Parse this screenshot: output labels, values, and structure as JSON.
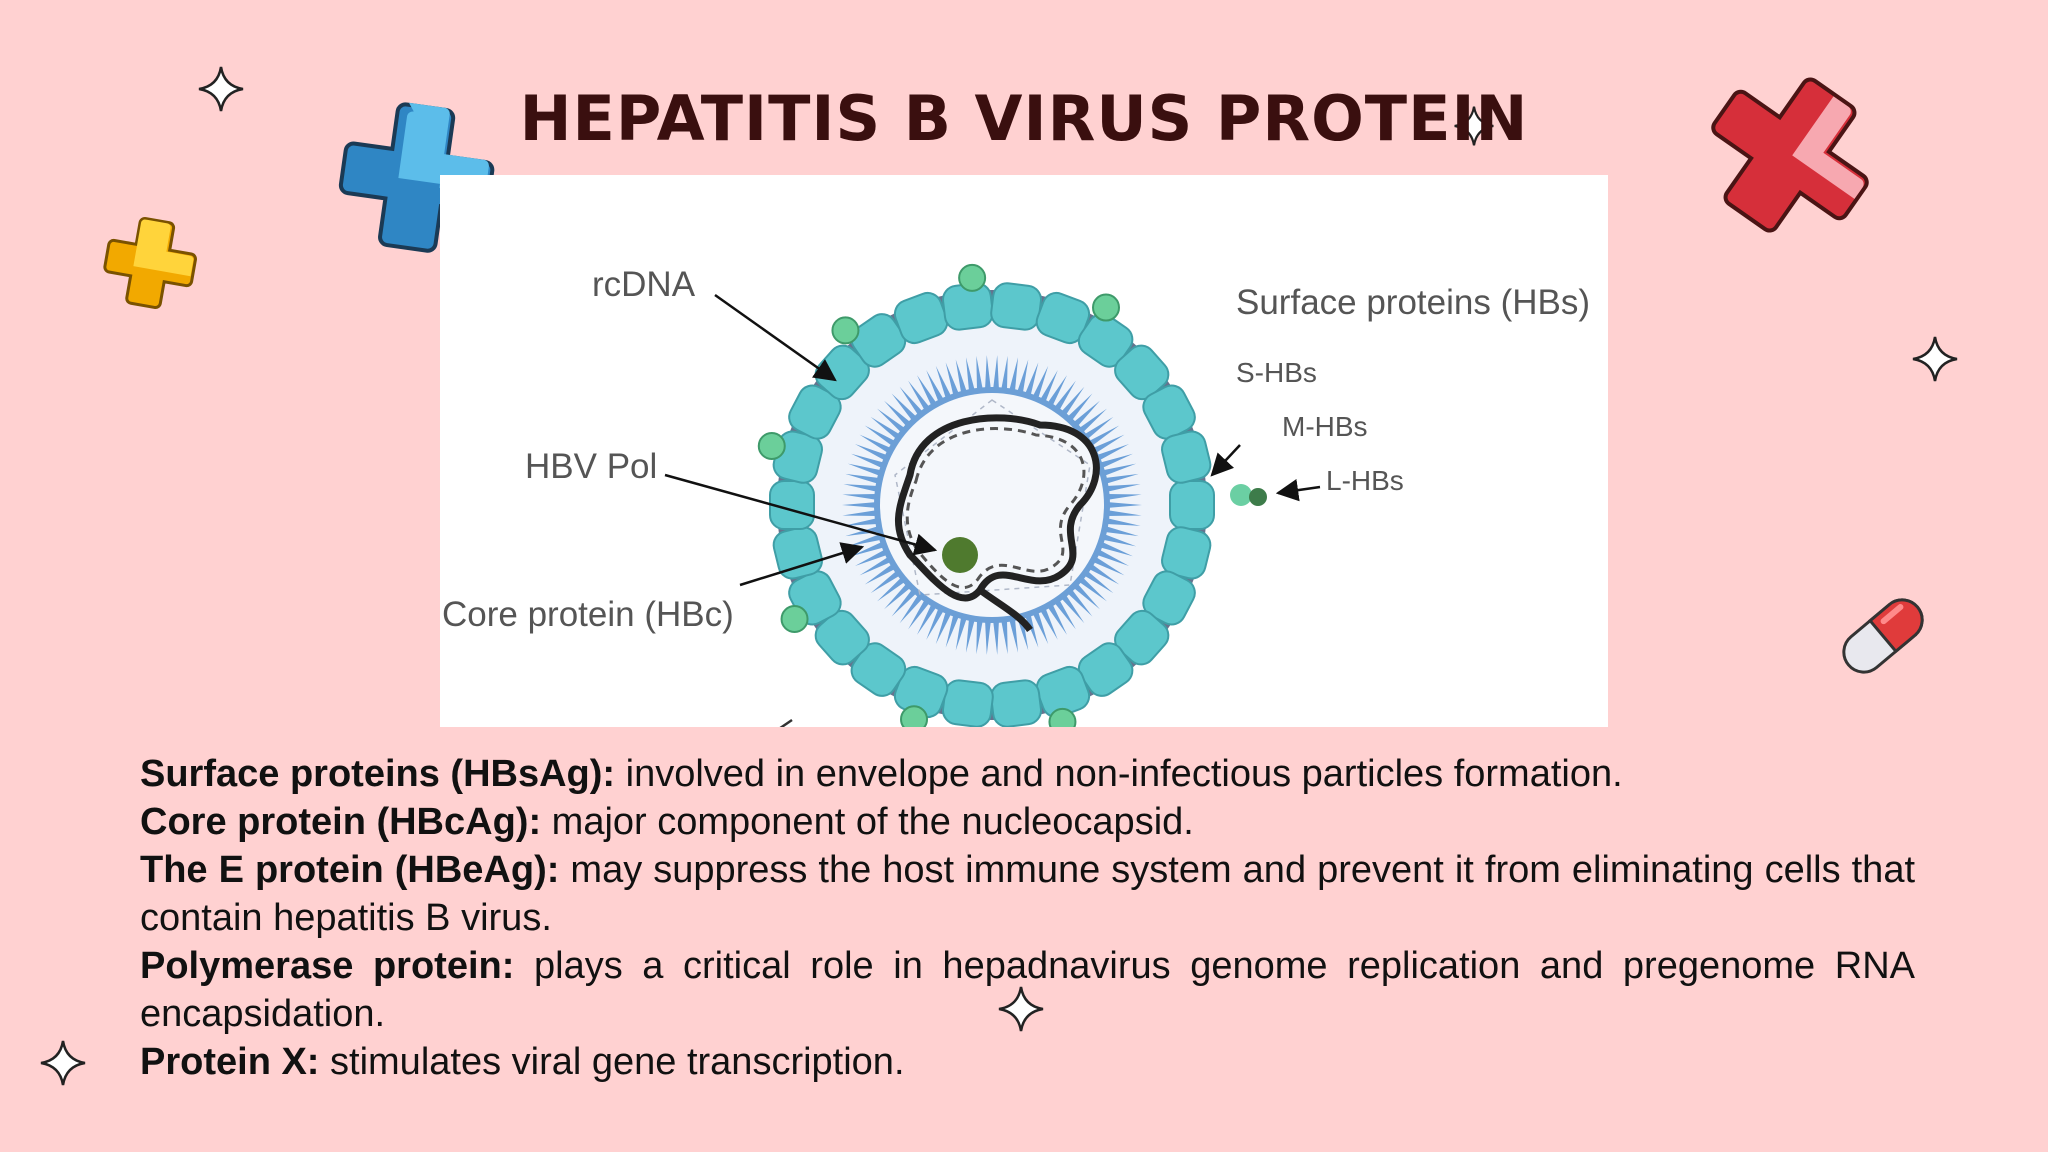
{
  "slide": {
    "title": "HEPATITIS B VIRUS PROTEIN"
  },
  "figure": {
    "labels": {
      "rcdna": "rcDNA",
      "hbv_pol": "HBV Pol",
      "core_protein": "Core protein (HBc)",
      "surface_proteins": "Surface proteins (HBs)",
      "s_hbs": "S-HBs",
      "m_hbs": "M-HBs",
      "l_hbs": "L-HBs"
    }
  },
  "descriptions": [
    {
      "term": "Surface proteins (HBsAg):",
      "text": " involved in envelope and non-infectious particles formation."
    },
    {
      "term": "Core protein (HBcAg):",
      "text": " major component of the nucleocapsid."
    },
    {
      "term": "The E protein (HBeAg):",
      "text": " may suppress the host immune system and prevent it from eliminating cells that contain hepatitis B virus."
    },
    {
      "term": "Polymerase protein:",
      "text": " plays a critical role in hepadnavirus genome replication and pregenome RNA encapsidation."
    },
    {
      "term": "Protein X:",
      "text": " stimulates viral gene transcription."
    }
  ],
  "decorations": {
    "cross_colors": {
      "blue": "#4db3e6",
      "yellow": "#f5c518",
      "red": "#e03b3b"
    },
    "pill_colors": {
      "top": "#e03b3b",
      "bottom": "#e8e8ee"
    },
    "icons": [
      "sparkle-icon",
      "blue-cross-icon",
      "yellow-cross-icon",
      "red-cross-icon",
      "pill-icon"
    ]
  }
}
